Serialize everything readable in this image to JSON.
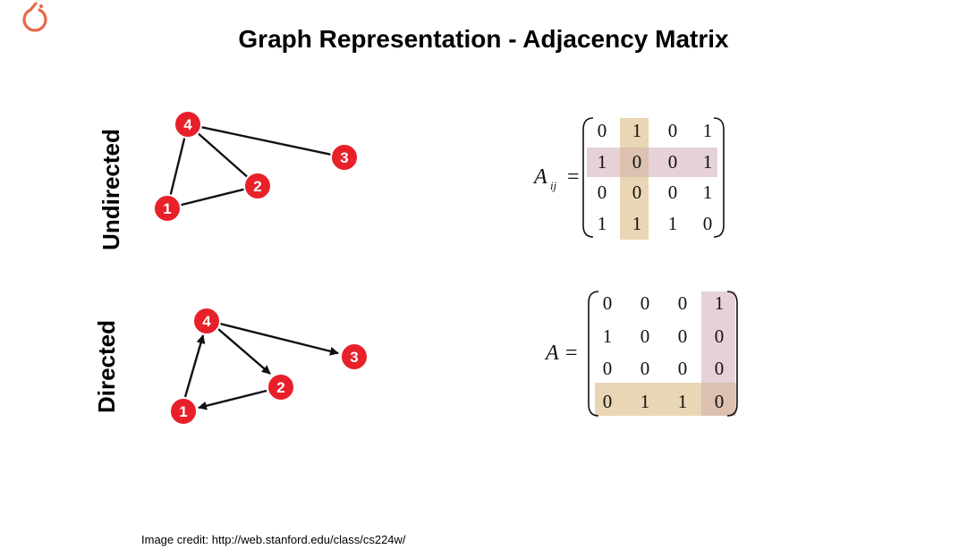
{
  "page": {
    "title": "Graph Representation - Adjacency Matrix",
    "credit": "Image credit: http://web.stanford.edu/class/cs224w/"
  },
  "colors": {
    "node_fill": "#e8202a",
    "node_stroke": "#ffffff",
    "edge": "#111111",
    "highlight_tan": "#e9d6b4",
    "highlight_pink": "#e4cfd4",
    "highlight_overlap": "#dcc0b0",
    "logo": "#e8674a"
  },
  "icons": {
    "logo": "pytorch-logo-icon"
  },
  "undirected": {
    "label": "Undirected",
    "nodes": [
      "1",
      "2",
      "3",
      "4"
    ],
    "edges": [
      [
        "4",
        "1"
      ],
      [
        "4",
        "2"
      ],
      [
        "4",
        "3"
      ],
      [
        "1",
        "2"
      ]
    ],
    "matrix_lhs": "A",
    "matrix_lhs_sub": "ij",
    "matrix_eq": "=",
    "matrix": [
      [
        "0",
        "1",
        "0",
        "1"
      ],
      [
        "1",
        "0",
        "0",
        "1"
      ],
      [
        "0",
        "0",
        "0",
        "1"
      ],
      [
        "1",
        "1",
        "1",
        "0"
      ]
    ],
    "highlight_row": 2,
    "highlight_col": 2
  },
  "directed": {
    "label": "Directed",
    "nodes": [
      "1",
      "2",
      "3",
      "4"
    ],
    "edges": [
      [
        "1",
        "4"
      ],
      [
        "4",
        "2"
      ],
      [
        "4",
        "3"
      ],
      [
        "2",
        "1"
      ]
    ],
    "matrix_lhs": "A",
    "matrix_eq": "=",
    "matrix": [
      [
        "0",
        "0",
        "0",
        "1"
      ],
      [
        "1",
        "0",
        "0",
        "0"
      ],
      [
        "0",
        "0",
        "0",
        "0"
      ],
      [
        "0",
        "1",
        "1",
        "0"
      ]
    ],
    "highlight_row": 4,
    "highlight_col": 4
  }
}
